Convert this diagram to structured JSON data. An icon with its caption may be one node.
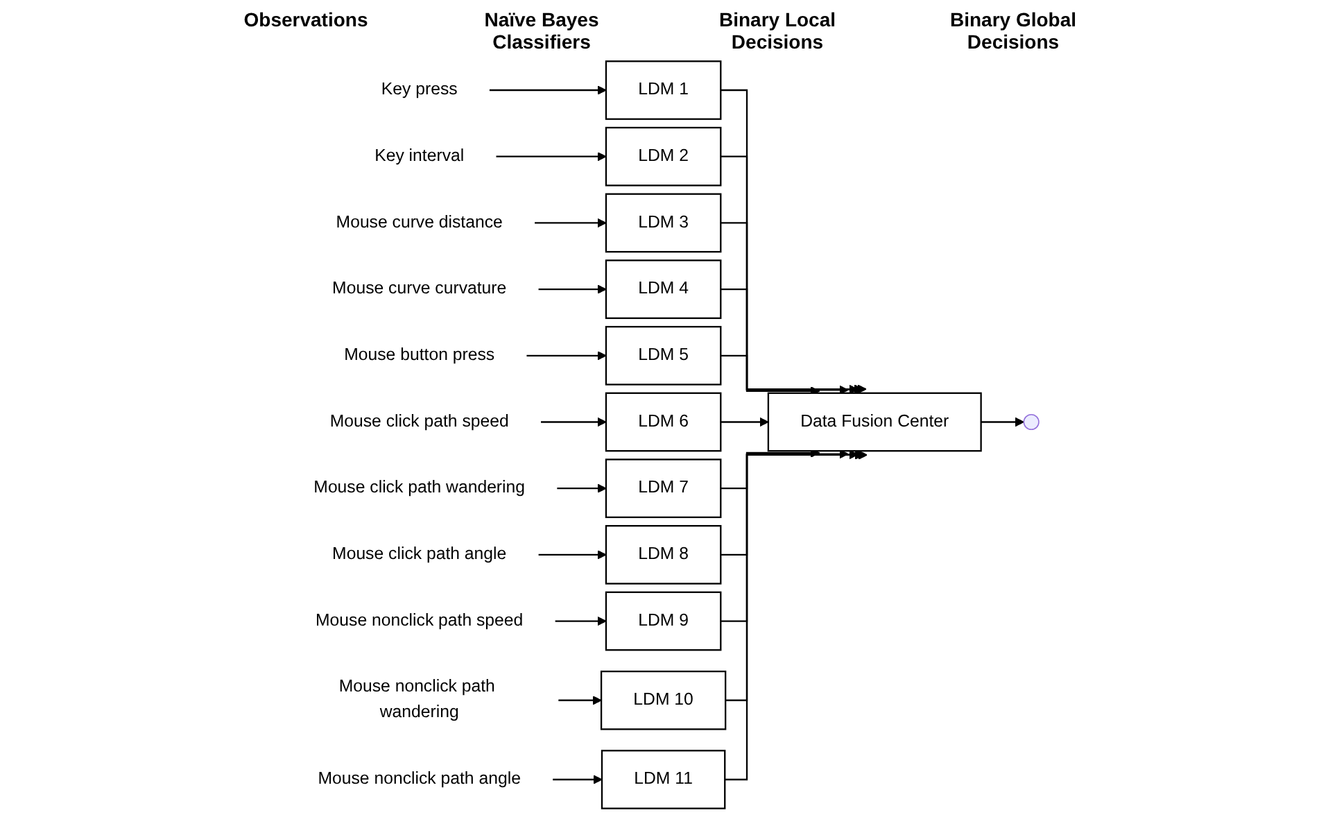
{
  "diagram": {
    "nodes": [
      {
        "text": [
          "Key press"
        ]
      },
      {
        "text": [
          "LDM 1"
        ]
      },
      {
        "text": [
          "Key interval"
        ]
      },
      {
        "text": [
          "LDM 2"
        ]
      },
      {
        "text": [
          "Mouse curve distance"
        ]
      },
      {
        "text": [
          "LDM 3"
        ]
      },
      {
        "text": [
          "Mouse curve curvature"
        ]
      },
      {
        "text": [
          "LDM 4"
        ]
      },
      {
        "text": [
          "Mouse button press"
        ]
      },
      {
        "text": [
          "LDM 5"
        ]
      },
      {
        "text": [
          "Mouse click path speed"
        ]
      },
      {
        "text": [
          "LDM 6"
        ]
      },
      {
        "text": [
          "Mouse click path wandering"
        ]
      },
      {
        "text": [
          "LDM 7"
        ]
      },
      {
        "text": [
          "Mouse click path angle"
        ]
      },
      {
        "text": [
          "LDM 8"
        ]
      },
      {
        "text": [
          "Mouse nonclick path speed"
        ]
      },
      {
        "text": [
          "LDM 9"
        ]
      },
      {
        "text": [
          "Mouse nonclick path wandering"
        ]
      },
      {
        "text": [
          "LDM 10"
        ]
      },
      {
        "text": [
          "Mouse nonclick path angle"
        ]
      },
      {
        "text": [
          "LDM 11"
        ]
      },
      {
        "text": [
          "Data Fusion Center"
        ]
      }
    ],
    "edges": [
      {
        "from": 0,
        "to": 1,
        "arrow": "to"
      },
      {
        "from": 2,
        "to": 3,
        "arrow": "to"
      },
      {
        "from": 4,
        "to": 5,
        "arrow": "to"
      },
      {
        "from": 6,
        "to": 7,
        "arrow": "to"
      },
      {
        "from": 8,
        "to": 9,
        "arrow": "to"
      },
      {
        "from": 10,
        "to": 11,
        "arrow": "to"
      },
      {
        "from": 12,
        "to": 13,
        "arrow": "to"
      },
      {
        "from": 14,
        "to": 15,
        "arrow": "to"
      },
      {
        "from": 16,
        "to": 17,
        "arrow": "to"
      },
      {
        "from": 18,
        "to": 19,
        "arrow": "to"
      },
      {
        "from": 20,
        "to": 21,
        "arrow": "to"
      },
      {
        "from": 1,
        "to": 22,
        "arrow": "to"
      },
      {
        "from": 3,
        "to": 22,
        "arrow": "to"
      },
      {
        "from": 5,
        "to": 22,
        "arrow": "to"
      },
      {
        "from": 7,
        "to": 22,
        "arrow": "to"
      },
      {
        "from": 9,
        "to": 22,
        "arrow": "to"
      },
      {
        "from": 11,
        "to": 22,
        "arrow": "to"
      },
      {
        "from": 13,
        "to": 22,
        "arrow": "to"
      },
      {
        "from": 15,
        "to": 22,
        "arrow": "to"
      },
      {
        "from": 17,
        "to": 22,
        "arrow": "to"
      },
      {
        "from": 19,
        "to": 22,
        "arrow": "to"
      },
      {
        "from": 21,
        "to": 22,
        "arrow": "to"
      },
      {
        "from": 22,
        "to": null,
        "arrow": "to"
      }
    ],
    "labels": [
      "Observations",
      "Naïve Bayes Classifiers",
      "Binary Local Decisions",
      "Binary Global Decisions"
    ]
  }
}
